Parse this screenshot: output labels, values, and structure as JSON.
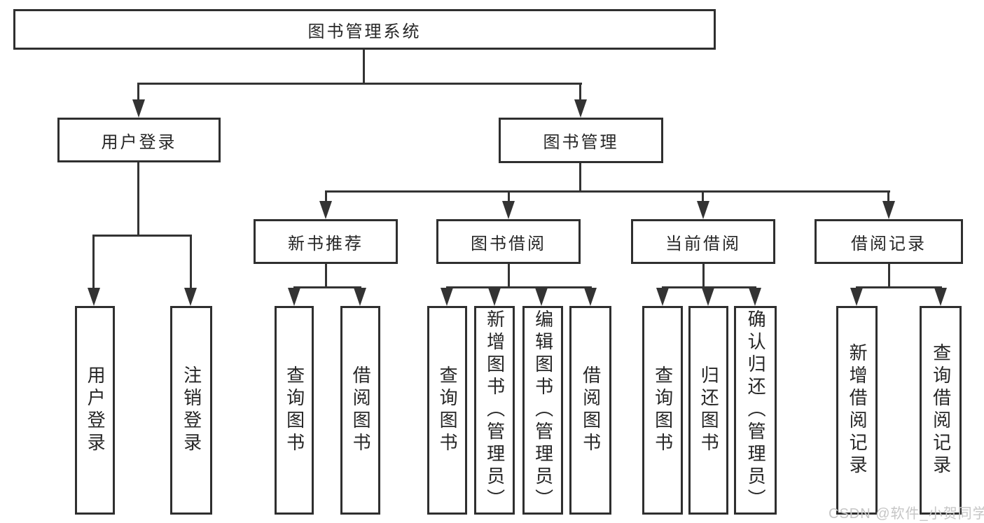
{
  "diagram": {
    "title": "图书管理系统",
    "root": {
      "label": "图书管理系统"
    },
    "level2": [
      {
        "id": "user-login",
        "label": "用户登录"
      },
      {
        "id": "book-management",
        "label": "图书管理"
      }
    ],
    "level3": [
      {
        "id": "new-book-recommend",
        "label": "新书推荐",
        "parent": "图书管理"
      },
      {
        "id": "book-borrow",
        "label": "图书借阅",
        "parent": "图书管理"
      },
      {
        "id": "current-borrow",
        "label": "当前借阅",
        "parent": "图书管理"
      },
      {
        "id": "borrow-records",
        "label": "借阅记录",
        "parent": "图书管理"
      }
    ],
    "leaves": [
      {
        "label": "用户登录",
        "parent": "用户登录"
      },
      {
        "label": "注销登录",
        "parent": "用户登录"
      },
      {
        "label": "查询图书",
        "parent": "新书推荐"
      },
      {
        "label": "借阅图书",
        "parent": "新书推荐"
      },
      {
        "label": "查询图书",
        "parent": "图书借阅"
      },
      {
        "label": "新增图书（管理员）",
        "parent": "图书借阅"
      },
      {
        "label": "编辑图书（管理员）",
        "parent": "图书借阅"
      },
      {
        "label": "借阅图书",
        "parent": "图书借阅"
      },
      {
        "label": "查询图书",
        "parent": "当前借阅"
      },
      {
        "label": "归还图书",
        "parent": "当前借阅"
      },
      {
        "label": "确认归还（管理员）",
        "parent": "当前借阅"
      },
      {
        "label": "新增借阅记录",
        "parent": "借阅记录"
      },
      {
        "label": "查询借阅记录",
        "parent": "借阅记录"
      }
    ]
  },
  "watermark": {
    "text": "CSDN @软件_小贺同学"
  },
  "colors": {
    "background": "#ffffff",
    "line": "#333333",
    "border": "#2f2f2f",
    "text": "#262626",
    "watermark": "#c6c6c6"
  }
}
